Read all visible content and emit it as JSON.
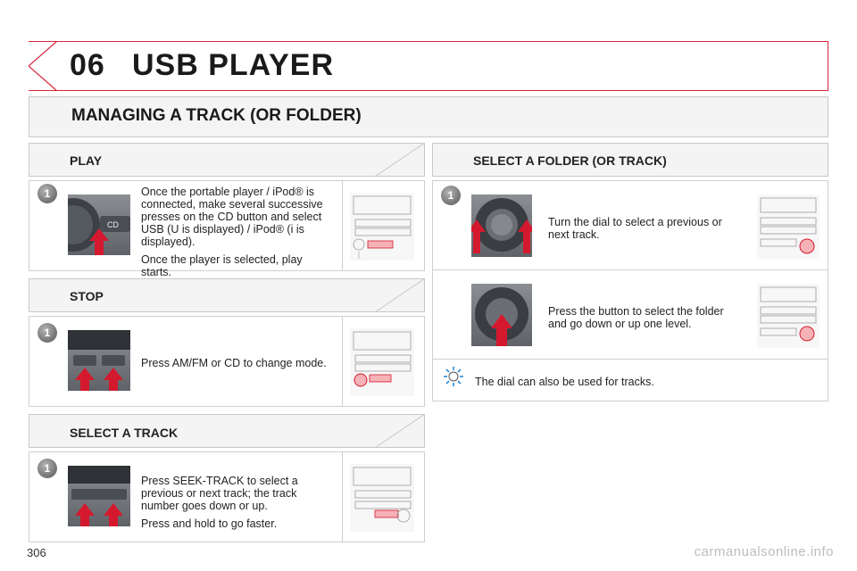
{
  "header": {
    "chapter": "06",
    "title": "USB PLAYER"
  },
  "main_title": "MANAGING A TRACK (OR FOLDER)",
  "sections": {
    "play": {
      "title": "PLAY",
      "step": "1",
      "text1": "Once the portable player / iPod® is connected, make several successive presses on the CD button and select USB (U is displayed) / iPod® (i is displayed).",
      "text2": "Once the player is selected, play starts.",
      "photo_label": "CD"
    },
    "stop": {
      "title": "STOP",
      "step": "1",
      "text": "Press AM/FM or CD to change mode."
    },
    "select_track": {
      "title": "SELECT A TRACK",
      "step": "1",
      "text1": "Press SEEK-TRACK to select a previous or next track; the track number goes down or up.",
      "text2": "Press and hold to go faster."
    },
    "select_folder": {
      "title": "SELECT A FOLDER (OR TRACK)",
      "step": "1",
      "text1": "Turn the dial to select a previous or next track.",
      "text2": "Press the button to select the folder and go down or up one level.",
      "tip": "The dial can also be used for tracks."
    }
  },
  "footer": {
    "page": "306"
  },
  "watermark": "carmanualsonline.info",
  "colors": {
    "accent": "#d9243a",
    "arrow": "#d4192f"
  }
}
